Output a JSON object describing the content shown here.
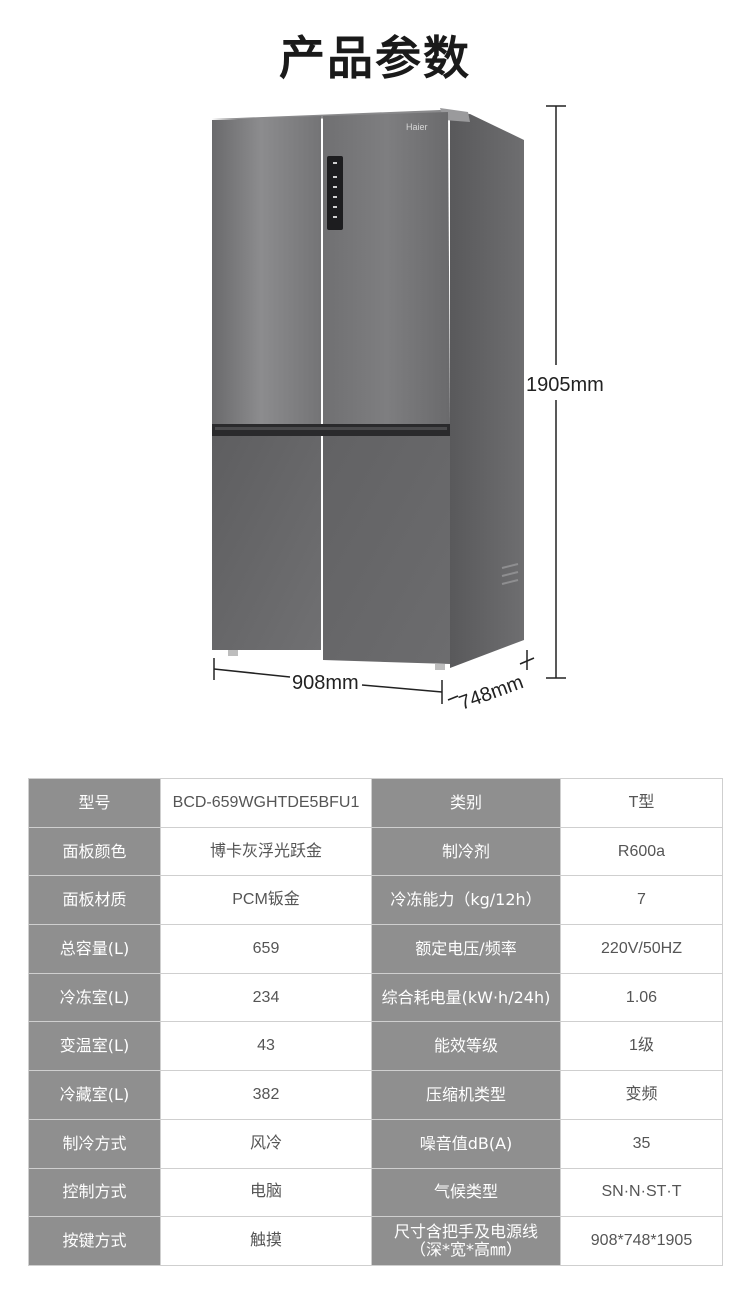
{
  "title": "产品参数",
  "product": {
    "brand": "Haier",
    "dimensions": {
      "height": "1905mm",
      "width": "908mm",
      "depth": "748mm"
    }
  },
  "specs": [
    {
      "label_left": "型号",
      "value_left": "BCD-659WGHTDE5BFU1",
      "label_right": "类别",
      "value_right": "T型"
    },
    {
      "label_left": "面板颜色",
      "value_left": "博卡灰浮光跃金",
      "label_right": "制冷剂",
      "value_right": "R600a"
    },
    {
      "label_left": "面板材质",
      "value_left": "PCM钣金",
      "label_right": "冷冻能力（kg/12h）",
      "value_right": "7"
    },
    {
      "label_left": "总容量(L)",
      "value_left": "659",
      "label_right": "额定电压/频率",
      "value_right": "220V/50HZ"
    },
    {
      "label_left": "冷冻室(L)",
      "value_left": "234",
      "label_right": "综合耗电量(kW·h/24h)",
      "value_right": "1.06"
    },
    {
      "label_left": "变温室(L)",
      "value_left": "43",
      "label_right": "能效等级",
      "value_right": "1级"
    },
    {
      "label_left": "冷藏室(L)",
      "value_left": "382",
      "label_right": "压缩机类型",
      "value_right": "变频"
    },
    {
      "label_left": "制冷方式",
      "value_left": "风冷",
      "label_right": "噪音值dB(A)",
      "value_right": "35"
    },
    {
      "label_left": "控制方式",
      "value_left": "电脑",
      "label_right": "气候类型",
      "value_right": "SN·N·ST·T"
    },
    {
      "label_left": "按键方式",
      "value_left": "触摸",
      "label_right": "尺寸含把手及电源线",
      "label_right_sub": "（深*宽*高㎜）",
      "value_right": "908*748*1905"
    }
  ]
}
